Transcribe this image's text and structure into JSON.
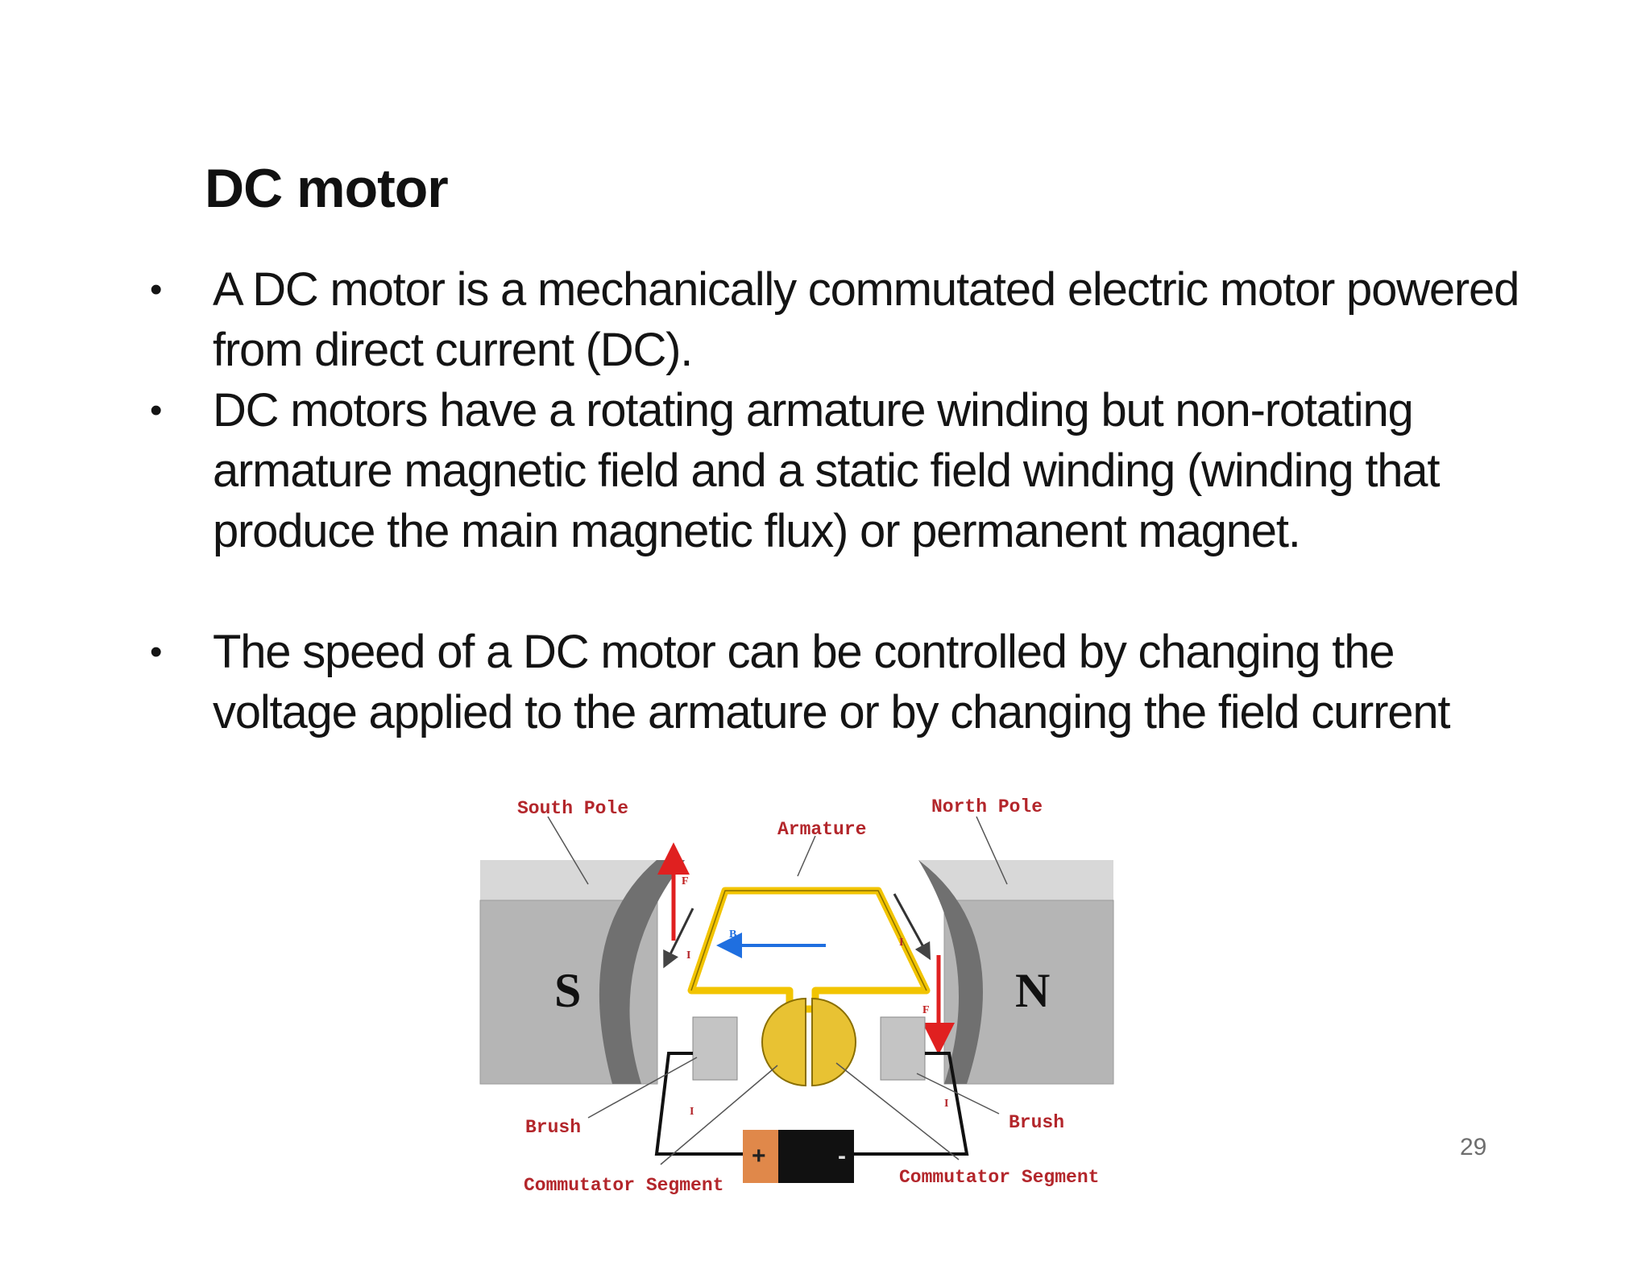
{
  "slide": {
    "title": "DC motor",
    "bullets": [
      "A DC motor is a mechanically commutated electric motor powered from direct current (DC).",
      "DC motors have a rotating armature winding but non-rotating armature magnetic field and a static field winding (winding that produce the main magnetic flux) or permanent magnet.",
      "The speed of a DC motor can be controlled by changing the voltage applied to the armature or by changing the field current"
    ],
    "bullet_marker": "•",
    "page_number": "29"
  },
  "diagram": {
    "labels": {
      "south_pole": "South Pole",
      "north_pole": "North Pole",
      "armature": "Armature",
      "brush_left": "Brush",
      "brush_right": "Brush",
      "commutator_left": "Commutator Segment",
      "commutator_right": "Commutator Segment"
    },
    "magnet_letters": {
      "south": "S",
      "north": "N"
    },
    "vector_letters": {
      "force": "F",
      "current": "I",
      "field": "B"
    },
    "battery": {
      "plus": "+",
      "minus": "-"
    },
    "colors": {
      "magnet": "#b5b5b5",
      "pole_face": "#707070",
      "armature_wire": "#f2c400",
      "force_arrow": "#e02020",
      "field_arrow": "#1f6fe0",
      "label_text": "#b3262b",
      "battery_positive": "#e0884a",
      "battery_negative": "#111111"
    }
  }
}
